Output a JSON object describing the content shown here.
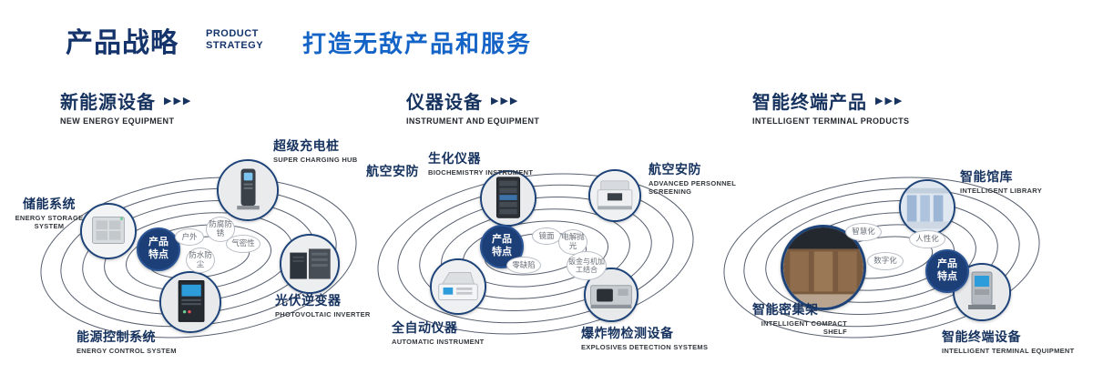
{
  "header": {
    "title": "产品战略",
    "subtitle_top": "PRODUCT",
    "subtitle_bottom": "STRATEGY",
    "slogan": "打造无敌产品和服务"
  },
  "icons": {
    "triple_arrow": "▶▶▶"
  },
  "colors": {
    "navy": "#14346b",
    "blue": "#1463c6",
    "badge": "#1c3f77"
  },
  "sections": [
    {
      "title": "新能源设备",
      "subtitle": "NEW ENERGY EQUIPMENT",
      "badge": "产品特点",
      "features": [
        "户外",
        "防腐防锈",
        "气密性",
        "防水防尘"
      ],
      "products": [
        {
          "name": "储能系统",
          "en": "ENERGY STORAGE SYSTEM",
          "icon": "energy-storage"
        },
        {
          "name": "超级充电桩",
          "en": "SUPER CHARGING HUB",
          "icon": "charging-hub"
        },
        {
          "name": "光伏逆变器",
          "en": "PHOTOVOLTAIC INVERTER",
          "icon": "pv-inverter"
        },
        {
          "name": "能源控制系统",
          "en": "ENERGY CONTROL SYSTEM",
          "icon": "energy-control"
        }
      ]
    },
    {
      "title": "仪器设备",
      "subtitle": "INSTRUMENT AND EQUIPMENT",
      "badge": "产品特点",
      "side_label": "航空安防",
      "features": [
        "镜面",
        "电解抛光",
        "零缺陷",
        "钣金与机加工结合"
      ],
      "products": [
        {
          "name": "生化仪器",
          "en": "BIOCHEMISTRY INSTRUMENT",
          "icon": "biochemistry"
        },
        {
          "name": "航空安防",
          "en": "ADVANCED PERSONNEL SCREENING",
          "icon": "personnel-screening"
        },
        {
          "name": "全自动仪器",
          "en": "AUTOMATIC INSTRUMENT",
          "icon": "automatic-instrument"
        },
        {
          "name": "爆炸物检测设备",
          "en": "EXPLOSIVES DETECTION SYSTEMS",
          "icon": "explosives-detection"
        }
      ]
    },
    {
      "title": "智能终端产品",
      "subtitle": "INTELLIGENT TERMINAL PRODUCTS",
      "badge": "产品特点",
      "features": [
        "智慧化",
        "人性化",
        "数字化"
      ],
      "products": [
        {
          "name": "智能馆库",
          "en": "INTELLIGENT LIBRARY",
          "icon": "intelligent-library"
        },
        {
          "name": "智能密集架",
          "en": "INTELLIGENT COMPACT SHELF",
          "icon": "compact-shelf"
        },
        {
          "name": "智能终端设备",
          "en": "INTELLIGENT TERMINAL EQUIPMENT",
          "icon": "terminal-equipment"
        }
      ]
    }
  ]
}
